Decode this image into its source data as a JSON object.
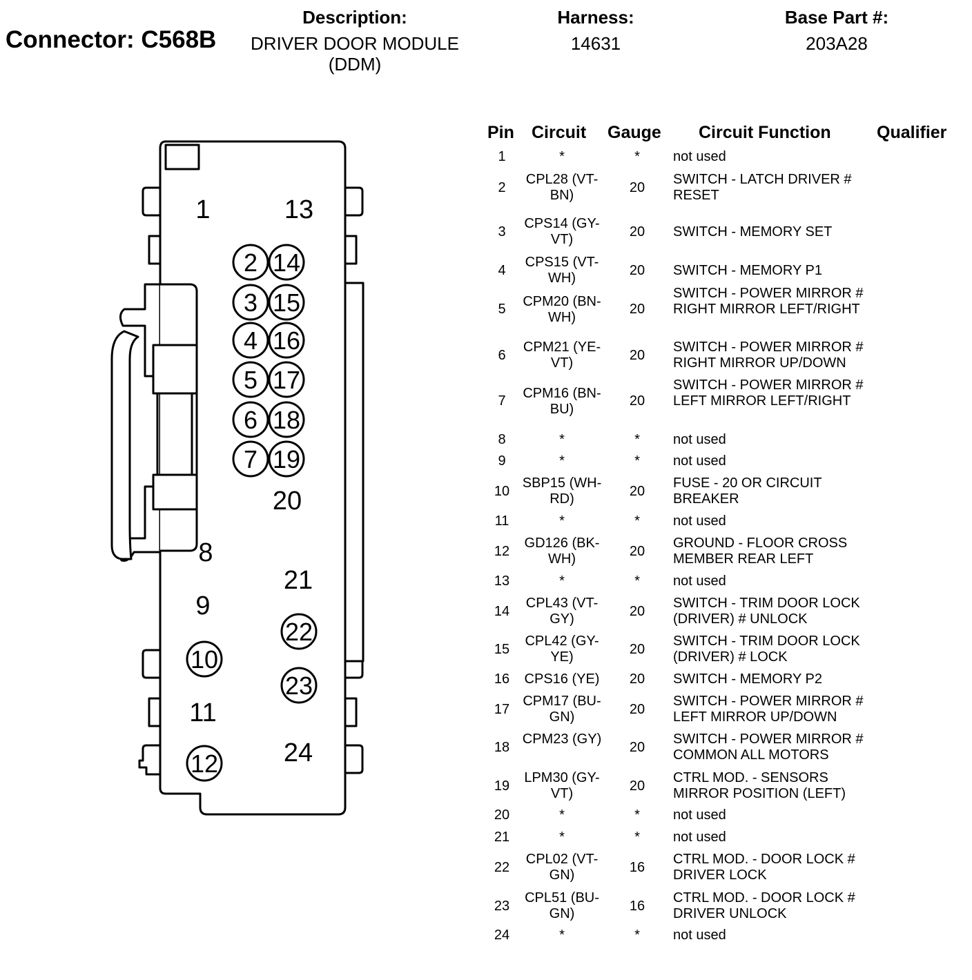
{
  "connector": {
    "label": "Connector: C568B"
  },
  "header": {
    "description_label": "Description:",
    "description_value": "DRIVER DOOR MODULE (DDM)",
    "harness_label": "Harness:",
    "harness_value": "14631",
    "base_part_label": "Base Part #:",
    "base_part_value": "203A28"
  },
  "diagram": {
    "pins": [
      "1",
      "2",
      "3",
      "4",
      "5",
      "6",
      "7",
      "8",
      "9",
      "10",
      "11",
      "12",
      "13",
      "14",
      "15",
      "16",
      "17",
      "18",
      "19",
      "20",
      "21",
      "22",
      "23",
      "24"
    ],
    "circled_pins": [
      "2",
      "3",
      "4",
      "5",
      "6",
      "7",
      "10",
      "12",
      "14",
      "15",
      "16",
      "17",
      "18",
      "19",
      "22",
      "23"
    ]
  },
  "table": {
    "headers": {
      "pin": "Pin",
      "circuit": "Circuit",
      "gauge": "Gauge",
      "function": "Circuit Function",
      "qualifier": "Qualifier"
    },
    "rows": [
      {
        "pin": "1",
        "circuit": "*",
        "gauge": "*",
        "function": "not used",
        "qualifier": ""
      },
      {
        "pin": "2",
        "circuit": "CPL28 (VT-BN)",
        "gauge": "20",
        "function": "SWITCH - LATCH DRIVER # RESET",
        "qualifier": ""
      },
      {
        "pin": "3",
        "circuit": "CPS14 (GY-VT)",
        "gauge": "20",
        "function": "SWITCH - MEMORY SET",
        "qualifier": ""
      },
      {
        "pin": "4",
        "circuit": "CPS15 (VT-WH)",
        "gauge": "20",
        "function": "SWITCH - MEMORY P1",
        "qualifier": ""
      },
      {
        "pin": "5",
        "circuit": "CPM20 (BN-WH)",
        "gauge": "20",
        "function": "SWITCH - POWER MIRROR # RIGHT MIRROR LEFT/RIGHT",
        "qualifier": ""
      },
      {
        "pin": "6",
        "circuit": "CPM21 (YE-VT)",
        "gauge": "20",
        "function": "SWITCH - POWER MIRROR # RIGHT MIRROR UP/DOWN",
        "qualifier": ""
      },
      {
        "pin": "7",
        "circuit": "CPM16 (BN-BU)",
        "gauge": "20",
        "function": "SWITCH - POWER MIRROR # LEFT MIRROR LEFT/RIGHT",
        "qualifier": ""
      },
      {
        "pin": "8",
        "circuit": "*",
        "gauge": "*",
        "function": "not used",
        "qualifier": ""
      },
      {
        "pin": "9",
        "circuit": "*",
        "gauge": "*",
        "function": "not used",
        "qualifier": ""
      },
      {
        "pin": "10",
        "circuit": "SBP15 (WH-RD)",
        "gauge": "20",
        "function": "FUSE - 20 OR CIRCUIT BREAKER",
        "qualifier": ""
      },
      {
        "pin": "11",
        "circuit": "*",
        "gauge": "*",
        "function": "not used",
        "qualifier": ""
      },
      {
        "pin": "12",
        "circuit": "GD126 (BK-WH)",
        "gauge": "20",
        "function": "GROUND - FLOOR CROSS MEMBER REAR LEFT",
        "qualifier": ""
      },
      {
        "pin": "13",
        "circuit": "*",
        "gauge": "*",
        "function": "not used",
        "qualifier": ""
      },
      {
        "pin": "14",
        "circuit": "CPL43 (VT-GY)",
        "gauge": "20",
        "function": "SWITCH - TRIM DOOR LOCK (DRIVER) # UNLOCK",
        "qualifier": ""
      },
      {
        "pin": "15",
        "circuit": "CPL42 (GY-YE)",
        "gauge": "20",
        "function": "SWITCH - TRIM DOOR LOCK (DRIVER) # LOCK",
        "qualifier": ""
      },
      {
        "pin": "16",
        "circuit": "CPS16 (YE)",
        "gauge": "20",
        "function": "SWITCH - MEMORY P2",
        "qualifier": ""
      },
      {
        "pin": "17",
        "circuit": "CPM17 (BU-GN)",
        "gauge": "20",
        "function": "SWITCH - POWER MIRROR # LEFT MIRROR UP/DOWN",
        "qualifier": ""
      },
      {
        "pin": "18",
        "circuit": "CPM23 (GY)",
        "gauge": "20",
        "function": "SWITCH - POWER MIRROR # COMMON ALL MOTORS",
        "qualifier": ""
      },
      {
        "pin": "19",
        "circuit": "LPM30 (GY-VT)",
        "gauge": "20",
        "function": "CTRL MOD. - SENSORS MIRROR POSITION (LEFT)",
        "qualifier": ""
      },
      {
        "pin": "20",
        "circuit": "*",
        "gauge": "*",
        "function": "not used",
        "qualifier": ""
      },
      {
        "pin": "21",
        "circuit": "*",
        "gauge": "*",
        "function": "not used",
        "qualifier": ""
      },
      {
        "pin": "22",
        "circuit": "CPL02 (VT-GN)",
        "gauge": "16",
        "function": "CTRL MOD. - DOOR LOCK # DRIVER LOCK",
        "qualifier": ""
      },
      {
        "pin": "23",
        "circuit": "CPL51 (BU-GN)",
        "gauge": "16",
        "function": "CTRL MOD. - DOOR LOCK # DRIVER UNLOCK",
        "qualifier": ""
      },
      {
        "pin": "24",
        "circuit": "*",
        "gauge": "*",
        "function": "not used",
        "qualifier": ""
      }
    ]
  }
}
